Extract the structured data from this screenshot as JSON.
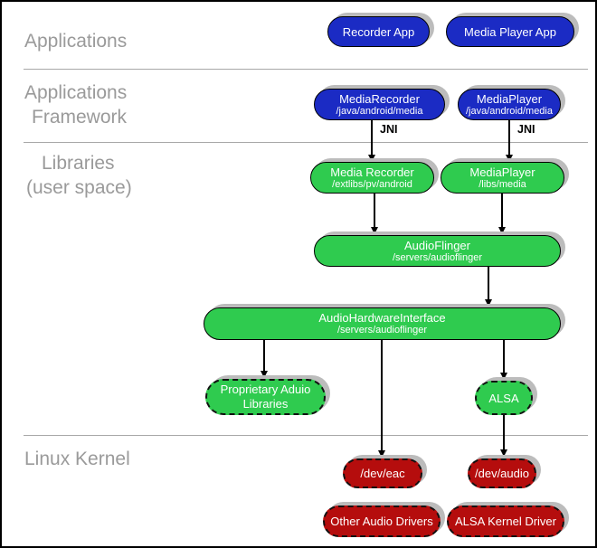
{
  "layers": {
    "applications": {
      "line1": "Applications"
    },
    "applications_framework": {
      "line1": "Applications",
      "line2": "Framework"
    },
    "libraries": {
      "line1": "Libraries",
      "line2": "(user space)"
    },
    "linux_kernel": {
      "line1": "Linux Kernel"
    }
  },
  "nodes": {
    "recorder_app": {
      "title": "Recorder App"
    },
    "media_player_app": {
      "title": "Media Player App"
    },
    "media_recorder_fw": {
      "title": "MediaRecorder",
      "path": "/java/android/media"
    },
    "media_player_fw": {
      "title": "MediaPlayer",
      "path": "/java/android/media"
    },
    "media_recorder_lib": {
      "title": "Media Recorder",
      "path": "/extlibs/pv/android"
    },
    "media_player_lib": {
      "title": "MediaPlayer",
      "path": "/libs/media"
    },
    "audio_flinger": {
      "title": "AudioFlinger",
      "path": "/servers/audioflinger"
    },
    "audio_hardware_interface": {
      "title": "AudioHardwareInterface",
      "path": "/servers/audioflinger"
    },
    "proprietary_audio_libraries": {
      "title": "Proprietary Aduio Libraries"
    },
    "alsa": {
      "title": "ALSA"
    },
    "dev_eac": {
      "title": "/dev/eac"
    },
    "dev_audio": {
      "title": "/dev/audio"
    },
    "other_audio_drivers": {
      "title": "Other Audio Drivers"
    },
    "alsa_kernel_driver": {
      "title": "ALSA Kernel Driver"
    }
  },
  "edge_labels": {
    "jni_left": "JNI",
    "jni_right": "JNI"
  },
  "colors": {
    "app_blue": "#1b2bc4",
    "library_green": "#2fcb4f",
    "kernel_red": "#b50d0d",
    "layer_label_gray": "#9a9a9a",
    "shadow_gray": "#bcbcbc",
    "divider_gray": "#a8a8a8"
  }
}
